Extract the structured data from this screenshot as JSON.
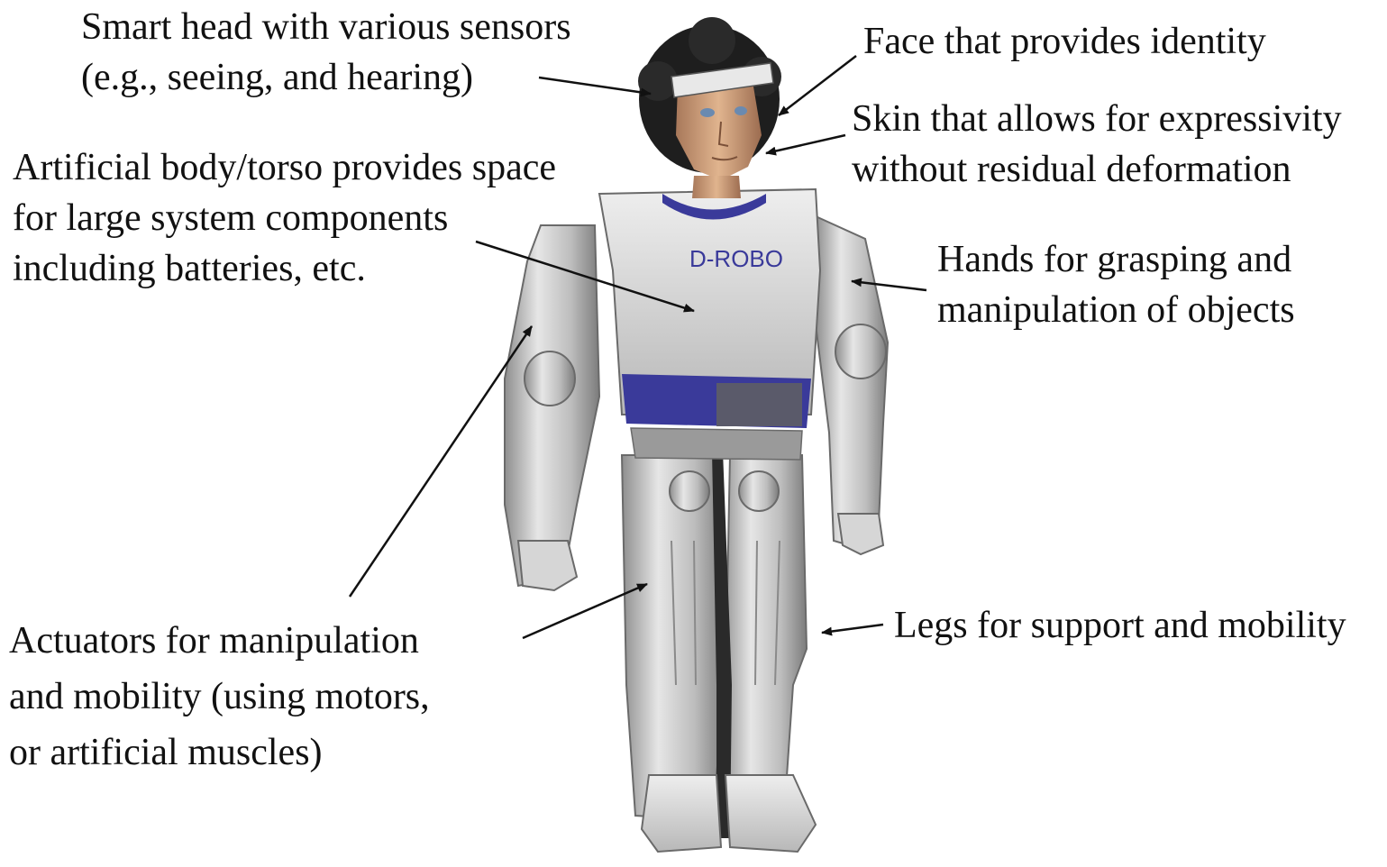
{
  "labels": {
    "head": [
      "Smart head with various sensors",
      "(e.g., seeing, and hearing)"
    ],
    "face": [
      "Face that provides identity"
    ],
    "skin": [
      "Skin that allows for expressivity",
      "without residual deformation"
    ],
    "torso": [
      "Artificial body/torso provides space",
      "for large system components",
      "including batteries, etc."
    ],
    "hands": [
      "Hands for grasping and",
      "manipulation of objects"
    ],
    "actuators": [
      "Actuators for manipulation",
      "and mobility (using motors,",
      "or artificial muscles)"
    ],
    "legs": [
      "Legs for support and mobility"
    ]
  },
  "robot": {
    "chest_text": "D-ROBO"
  },
  "colors": {
    "text": "#111111",
    "arrow": "#111111",
    "body_silver": "#c8c8c8",
    "accent_blue": "#3a3a9a",
    "hair": "#1e1e1e",
    "skin": "#d4a27a"
  }
}
